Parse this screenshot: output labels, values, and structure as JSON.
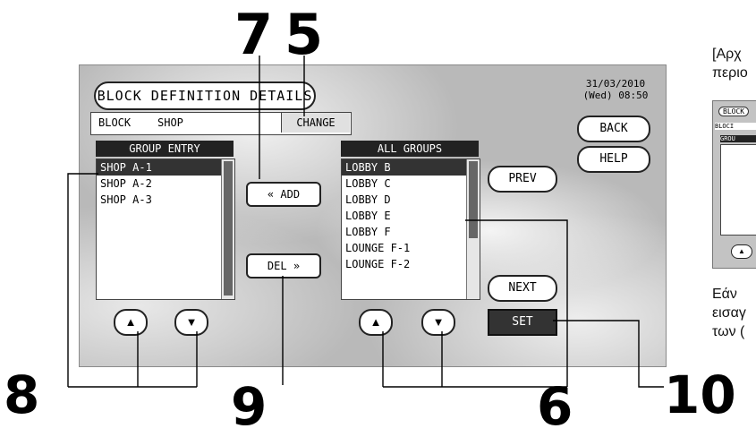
{
  "callouts": {
    "c7": "7",
    "c5": "5",
    "c8": "8",
    "c9": "9",
    "c6": "6",
    "c10": "10"
  },
  "screen": {
    "title": "BLOCK DEFINITION DETAILS",
    "date": "31/03/2010",
    "time": "(Wed) 08:50",
    "block_label": "BLOCK",
    "block_value": "SHOP",
    "change_label": "CHANGE",
    "back_label": "BACK",
    "help_label": "HELP",
    "prev_label": "PREV",
    "next_label": "NEXT",
    "set_label": "SET",
    "add_label": "ADD",
    "del_label": "DEL",
    "group_entry": {
      "header": "GROUP ENTRY",
      "items": [
        "SHOP A-1",
        "SHOP A-2",
        "SHOP A-3"
      ],
      "selected_index": 0
    },
    "all_groups": {
      "header": "ALL GROUPS",
      "items": [
        "LOBBY B",
        "LOBBY C",
        "LOBBY D",
        "LOBBY E",
        "LOBBY F",
        "LOUNGE F-1",
        "LOUNGE F-2"
      ],
      "selected_index": 0
    }
  },
  "side_text": {
    "line1": "[Αρχ",
    "line2": "περιο",
    "line3": "Εάν",
    "line4": "εισαγ",
    "line5": "των ("
  },
  "thumbnail": {
    "title": "BLOCK",
    "row_label": "BLOCI",
    "col_label": "GROU"
  }
}
